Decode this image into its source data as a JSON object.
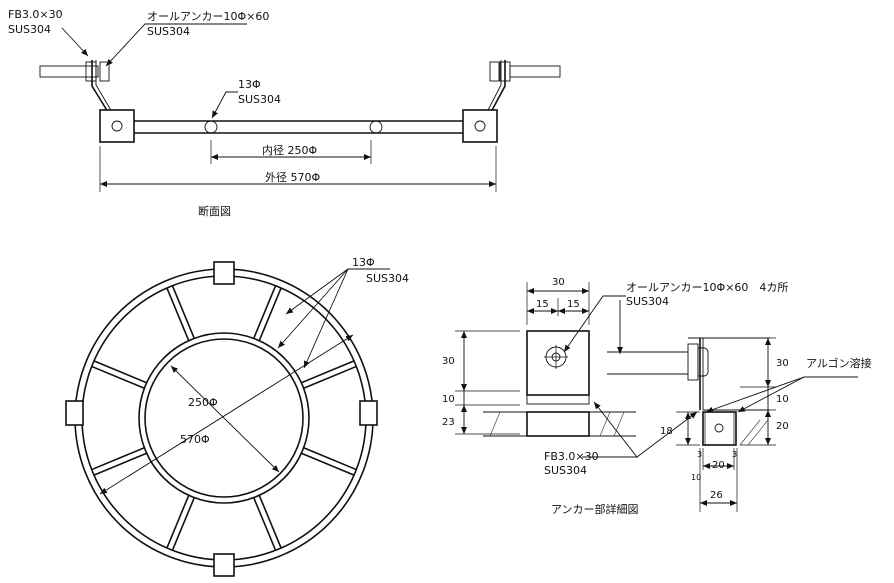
{
  "section": {
    "fb_label": "FB3.0×30",
    "fb_material": "SUS304",
    "anchor_label": "オールアンカー10Φ×60",
    "anchor_material": "SUS304",
    "rod_label": "13Φ",
    "rod_material": "SUS304",
    "inner_dim": "内径 250Φ",
    "outer_dim": "外径 570Φ",
    "caption": "断面図"
  },
  "plan": {
    "rod_label": "13Φ",
    "rod_material": "SUS304",
    "inner_dia": "250Φ",
    "outer_dia": "570Φ"
  },
  "detail": {
    "anchor_label": "オールアンカー10Φ×60　4カ所",
    "anchor_material": "SUS304",
    "fb_label": "FB3.0×30",
    "fb_material": "SUS304",
    "weld_label": "アルゴン溶接",
    "caption": "アンカー部詳細図",
    "dims": {
      "w30": "30",
      "w15a": "15",
      "w15b": "15",
      "h30": "30",
      "h10": "10",
      "h23": "23",
      "r30": "30",
      "r10": "10",
      "r20": "20",
      "h18": "18",
      "d3a": "3",
      "d20": "20",
      "d3b": "3",
      "d10": "10",
      "d26": "26"
    }
  }
}
